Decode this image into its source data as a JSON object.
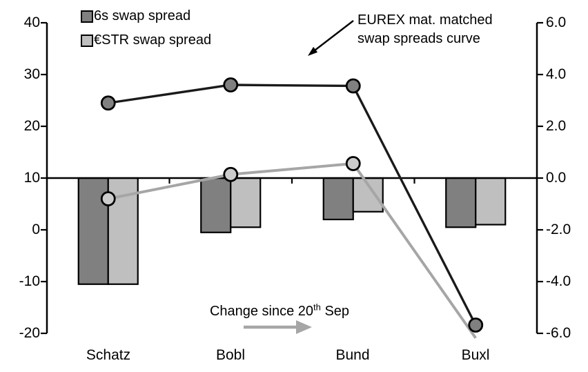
{
  "legend": {
    "items": [
      {
        "label": "6s swap spread",
        "color": "#808080"
      },
      {
        "label": "€STR swap spread",
        "color": "#BFBFBF"
      }
    ]
  },
  "annotations": {
    "curve_label_line1": "EUREX mat. matched",
    "curve_label_line2": "swap spreads curve",
    "change_label": {
      "prefix": "Change since 20",
      "sup": "th",
      "suffix": " Sep"
    }
  },
  "chart_data": {
    "type": "combo-bar-line",
    "title": "",
    "categories": [
      "Schatz",
      "Bobl",
      "Bund",
      "Buxl"
    ],
    "bar_series": [
      {
        "name": "6s swap spread (change since 20th Sep)",
        "axis": "right",
        "color": "#808080",
        "values": [
          -4.1,
          -2.1,
          -1.6,
          -1.9
        ]
      },
      {
        "name": "€STR swap spread (change since 20th Sep)",
        "axis": "right",
        "color": "#BFBFBF",
        "values": [
          -4.1,
          -1.9,
          -1.3,
          -1.8
        ]
      }
    ],
    "line_series": [
      {
        "name": "€STR swap spread curve",
        "axis": "left",
        "color": "#A6A6A6",
        "marker_fill": "#CCCCCC",
        "values": [
          6.0,
          10.7,
          12.8,
          -20.9
        ],
        "marker_hidden_at": [
          3
        ]
      },
      {
        "name": "6s swap spread curve",
        "axis": "left",
        "color": "#1A1A1A",
        "marker_fill": "#808080",
        "values": [
          24.5,
          28.0,
          27.8,
          -18.4
        ],
        "marker_hidden_at": []
      }
    ],
    "left_axis": {
      "labels": [
        "40",
        "30",
        "20",
        "10",
        "0",
        "-10",
        "-20"
      ],
      "min": -20,
      "max": 40
    },
    "right_axis": {
      "labels": [
        "6.0",
        "4.0",
        "2.0",
        "0.0",
        "-2.0",
        "-4.0",
        "-6.0"
      ],
      "min": -6.0,
      "max": 6.0
    },
    "baseline_left_value": 10,
    "grid": "off",
    "legend_position": "top-left"
  }
}
